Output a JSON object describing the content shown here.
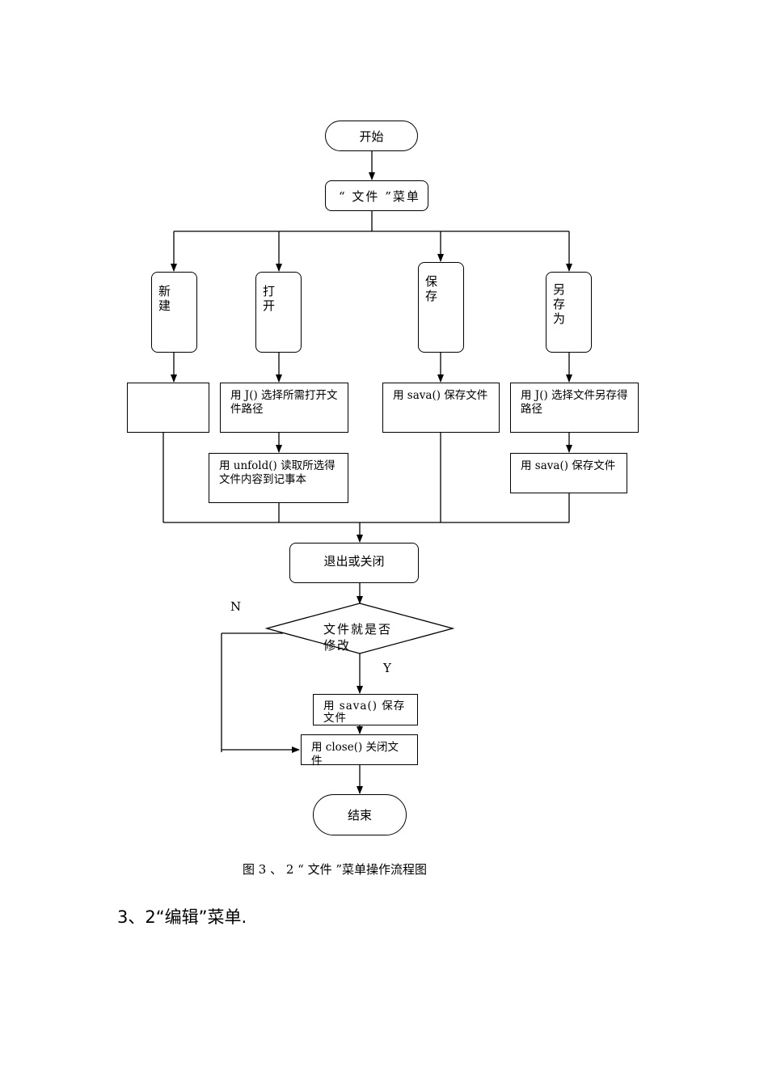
{
  "diagram": {
    "start": "开始",
    "file_menu": "“ 文件 ”菜单",
    "new": "新建",
    "open": "打开",
    "save": "保存",
    "save_as": "另存为",
    "open_choose": "用 J() 选择所需打开文件路径",
    "open_read": "用 unfold() 读取所选得文件内容到记事本",
    "save_call": "用 sava() 保存文件",
    "saveas_choose": "用 J() 选择文件另存得路径",
    "saveas_call": "用 sava() 保存文件",
    "exit_close": "退出或关闭",
    "decision": "文件就是否修改",
    "label_n": "N",
    "label_y": "Y",
    "final_save": "用 sava() 保存文件",
    "close_call": "用 close() 关闭文件",
    "end": "结束"
  },
  "caption": "图 3 、 2 “ 文件 ”菜单操作流程图",
  "section_heading": "3、2“编辑”菜单."
}
